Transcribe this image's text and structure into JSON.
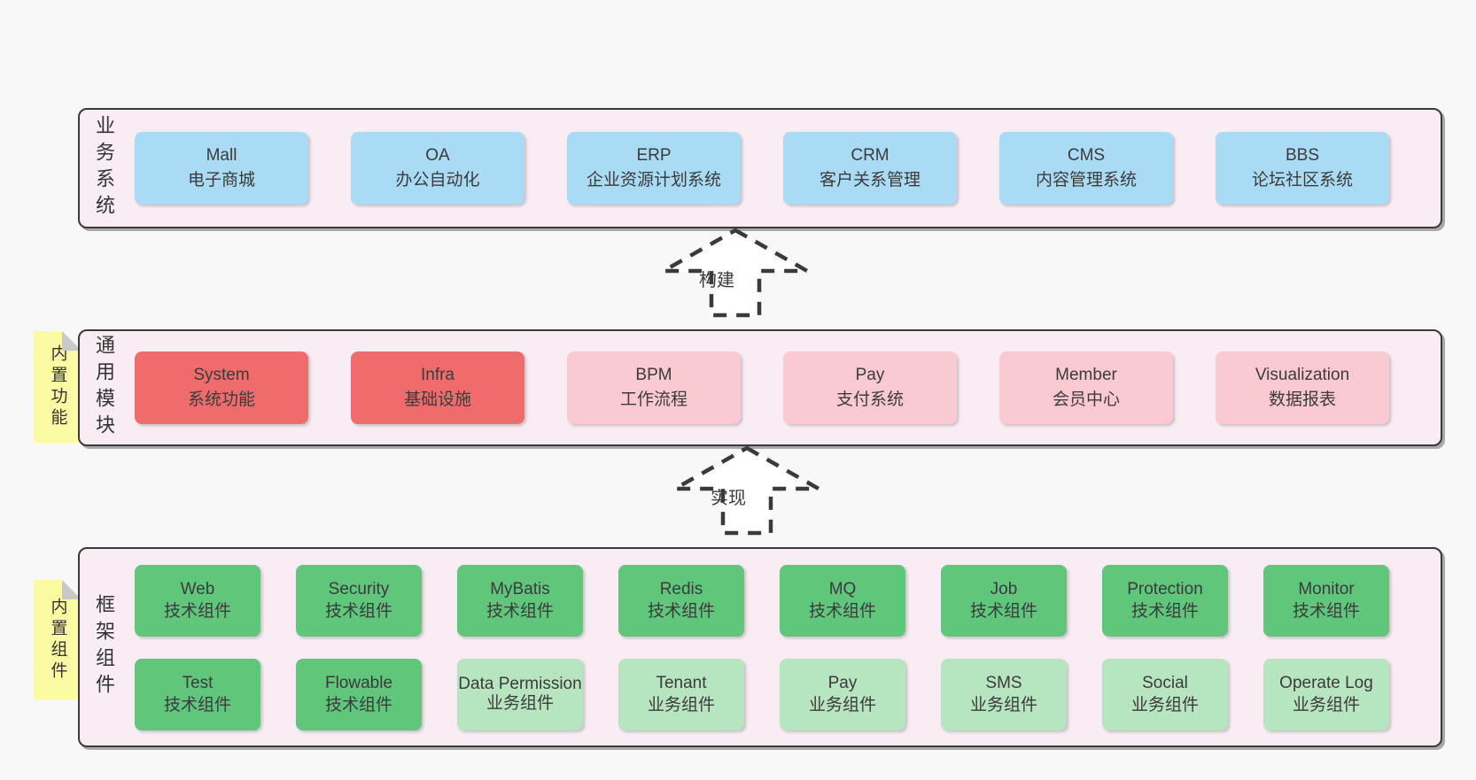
{
  "colors": {
    "page_bg": "#f8f8f8",
    "panel_bg": "#f8ecf5",
    "panel_border": "#3a3a3a",
    "box_blue": "#a9dbf5",
    "box_red": "#f06c6c",
    "box_pink": "#fbc9d2",
    "box_green": "#60c67c",
    "box_light_green": "#b6e5bf",
    "note_yellow": "#fbfba3",
    "note_fold": "#c9c9c9",
    "text": "#3b3b3b"
  },
  "sections": [
    {
      "label": "业务系统",
      "boxes": [
        {
          "name": "Mall",
          "desc": "电子商城"
        },
        {
          "name": "OA",
          "desc": "办公自动化"
        },
        {
          "name": "ERP",
          "desc": "企业资源计划系统"
        },
        {
          "name": "CRM",
          "desc": "客户关系管理"
        },
        {
          "name": "CMS",
          "desc": "内容管理系统"
        },
        {
          "name": "BBS",
          "desc": "论坛社区系统"
        }
      ]
    },
    {
      "label": "通用模块",
      "boxes": [
        {
          "name": "System",
          "desc": "系统功能"
        },
        {
          "name": "Infra",
          "desc": "基础设施"
        },
        {
          "name": "BPM",
          "desc": "工作流程"
        },
        {
          "name": "Pay",
          "desc": "支付系统"
        },
        {
          "name": "Member",
          "desc": "会员中心"
        },
        {
          "name": "Visualization",
          "desc": "数据报表"
        }
      ]
    },
    {
      "label": "框架组件",
      "rows": [
        [
          {
            "name": "Web",
            "desc": "技术组件"
          },
          {
            "name": "Security",
            "desc": "技术组件"
          },
          {
            "name": "MyBatis",
            "desc": "技术组件"
          },
          {
            "name": "Redis",
            "desc": "技术组件"
          },
          {
            "name": "MQ",
            "desc": "技术组件"
          },
          {
            "name": "Job",
            "desc": "技术组件"
          },
          {
            "name": "Protection",
            "desc": "技术组件"
          },
          {
            "name": "Monitor",
            "desc": "技术组件"
          }
        ],
        [
          {
            "name": "Test",
            "desc": "技术组件"
          },
          {
            "name": "Flowable",
            "desc": "技术组件"
          },
          {
            "name": "Data Permission",
            "desc": "业务组件"
          },
          {
            "name": "Tenant",
            "desc": "业务组件"
          },
          {
            "name": "Pay",
            "desc": "业务组件"
          },
          {
            "name": "SMS",
            "desc": "业务组件"
          },
          {
            "name": "Social",
            "desc": "业务组件"
          },
          {
            "name": "Operate Log",
            "desc": "业务组件"
          }
        ]
      ]
    }
  ],
  "arrows": [
    {
      "label": "构建"
    },
    {
      "label": "实现"
    }
  ],
  "notes": [
    {
      "label": "内置功能"
    },
    {
      "label": "内置组件"
    }
  ]
}
